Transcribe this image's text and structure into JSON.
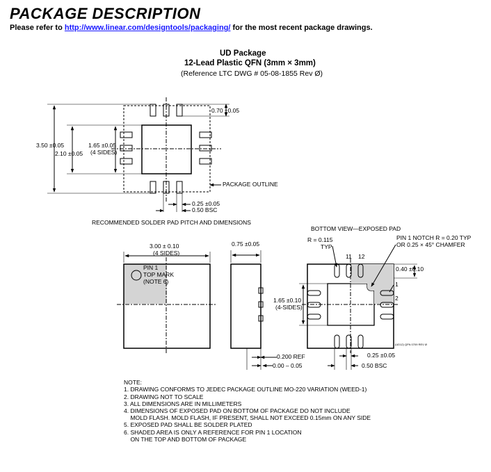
{
  "heading": "PACKAGE DESCRIPTION",
  "refer": {
    "before": "Please refer to ",
    "link": "http://www.linear.com/designtools/packaging/",
    "after": " for the most recent package drawings."
  },
  "package": {
    "name": "UD Package",
    "type": "12-Lead Plastic QFN (3mm × 3mm)",
    "ref": "(Reference LTC DWG # 05-08-1855 Rev Ø)"
  },
  "solder": {
    "dim_070": "0.70 ±0.05",
    "dim_350": "3.50 ±0.05",
    "dim_210": "2.10 ±0.05",
    "dim_165": "1.65 ±0.05",
    "dim_165_sub": "(4 SIDES)",
    "outline": "PACKAGE OUTLINE",
    "dim_025": "0.25 ±0.05",
    "dim_050": "0.50 BSC",
    "caption": "RECOMMENDED SOLDER PAD PITCH AND DIMENSIONS"
  },
  "top": {
    "dim_300": "3.00 ± 0.10",
    "dim_300_sub": "(4 SIDES)",
    "pin1": "PIN 1",
    "top_mark": "TOP MARK",
    "note6": "(NOTE 6)"
  },
  "side": {
    "dim_075": "0.75 ±0.05",
    "dim_0200": "0.200 REF",
    "dim_000": "0.00 – 0.05"
  },
  "bottom": {
    "title": "BOTTOM VIEW—EXPOSED PAD",
    "r0115": "R = 0.115",
    "typ": "TYP",
    "pin11": "11",
    "pin12": "12",
    "notch1": "PIN 1 NOTCH R = 0.20 TYP",
    "notch2": "OR 0.25 × 45° CHAMFER",
    "dim_040": "0.40 ±0.10",
    "pin_1": "1",
    "pin_2": "2",
    "dim_165": "1.65 ±0.10",
    "dim_165_sub": "(4-SIDES)",
    "code": "(UD12) QFN 0709 REV Ø",
    "dim_025": "0.25 ±0.05",
    "dim_050": "0.50 BSC"
  },
  "notes": [
    "NOTE:",
    "1. DRAWING CONFORMS TO JEDEC PACKAGE OUTLINE MO-220 VARIATION (WEED-1)",
    "2. DRAWING NOT TO SCALE",
    "3. ALL DIMENSIONS ARE IN MILLIMETERS",
    "4. DIMENSIONS OF EXPOSED PAD ON BOTTOM OF PACKAGE DO NOT INCLUDE",
    "    MOLD FLASH. MOLD FLASH, IF PRESENT, SHALL NOT EXCEED 0.15mm ON ANY SIDE",
    "5. EXPOSED PAD SHALL BE SOLDER PLATED",
    "6. SHADED AREA IS ONLY A REFERENCE FOR PIN 1 LOCATION",
    "    ON THE TOP AND BOTTOM OF PACKAGE"
  ]
}
